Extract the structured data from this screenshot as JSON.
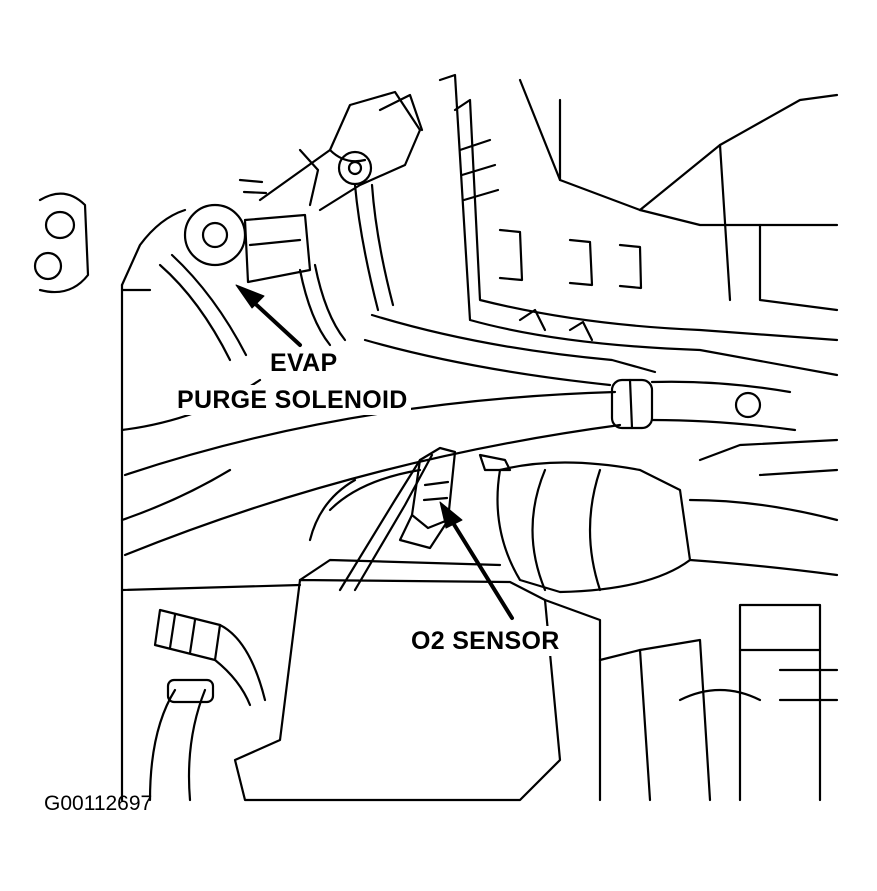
{
  "callouts": {
    "evap_line1": "EVAP",
    "evap_line2": "PURGE SOLENOID",
    "o2_sensor": "O2 SENSOR"
  },
  "figure_code": "G00112697",
  "colors": {
    "ink": "#000000",
    "paper": "#ffffff"
  }
}
